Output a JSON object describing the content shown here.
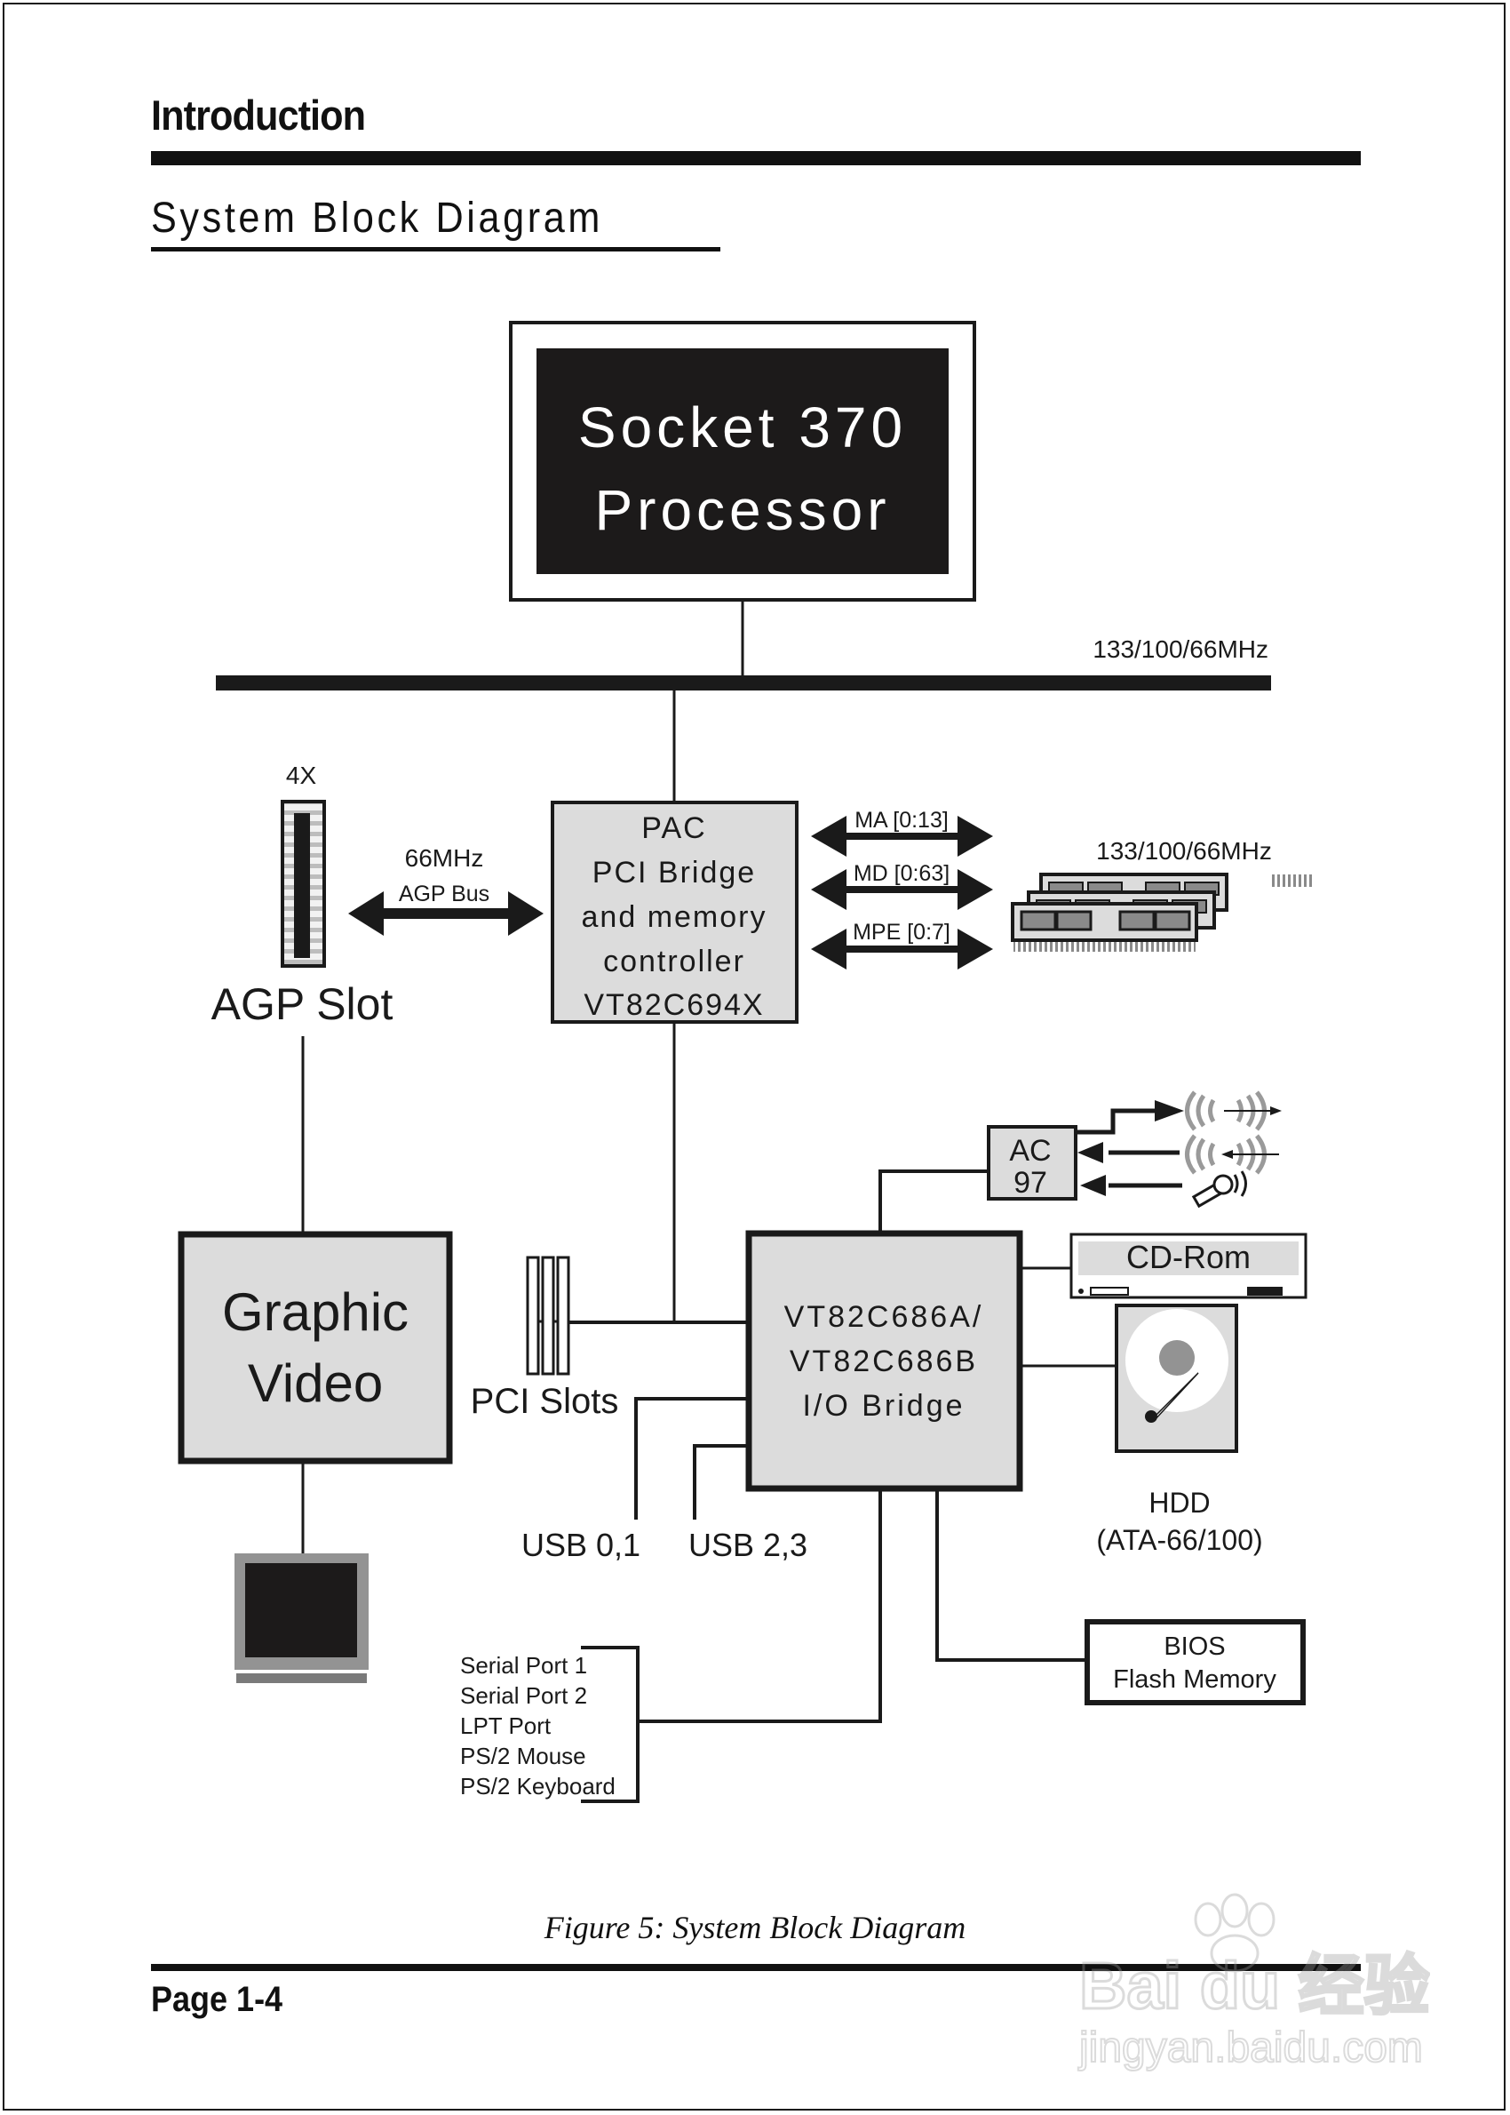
{
  "header": {
    "title": "Introduction",
    "section_title": "System Block Diagram"
  },
  "diagram": {
    "processor": {
      "line1": "Socket 370",
      "line2": "Processor"
    },
    "host_bus": {
      "label": "133/100/66MHz"
    },
    "agp": {
      "speed_label": "4X",
      "slot_label": "AGP Slot",
      "bus_speed": "66MHz",
      "bus_label": "AGP Bus"
    },
    "north_bridge": {
      "lines": [
        "PAC",
        "PCI Bridge",
        "and memory",
        "controller",
        "VT82C694X"
      ]
    },
    "memory_buses": [
      {
        "label": "MA [0:13]"
      },
      {
        "label": "MD [0:63]"
      },
      {
        "label": "MPE [0:7]"
      }
    ],
    "memory": {
      "speed_label": "133/100/66MHz",
      "icon": "dimm-modules-icon"
    },
    "ac97": {
      "line1": "AC",
      "line2": "97",
      "icons": [
        "speaker-out-icon",
        "line-in-icon",
        "microphone-icon"
      ]
    },
    "cdrom": {
      "label": "CD-Rom"
    },
    "hdd": {
      "label": "HDD",
      "sub_label": "(ATA-66/100)"
    },
    "graphic_video": {
      "line1": "Graphic",
      "line2": "Video"
    },
    "monitor": {
      "icon": "monitor-icon"
    },
    "pci": {
      "label": "PCI Slots"
    },
    "south_bridge": {
      "lines": [
        "VT82C686A/",
        "VT82C686B",
        "I/O Bridge"
      ]
    },
    "usb": [
      {
        "label": "USB 0,1"
      },
      {
        "label": "USB 2,3"
      }
    ],
    "io_ports": [
      "Serial Port 1",
      "Serial Port 2",
      "LPT Port",
      "PS/2 Mouse",
      "PS/2 Keyboard"
    ],
    "bios": {
      "line1": "BIOS",
      "line2": "Flash Memory"
    }
  },
  "caption": "Figure 5:  System Block Diagram",
  "footer": {
    "page": "Page 1-4"
  },
  "watermark": {
    "line1": "Bai du 经验",
    "line2": "jingyan.baidu.com"
  }
}
